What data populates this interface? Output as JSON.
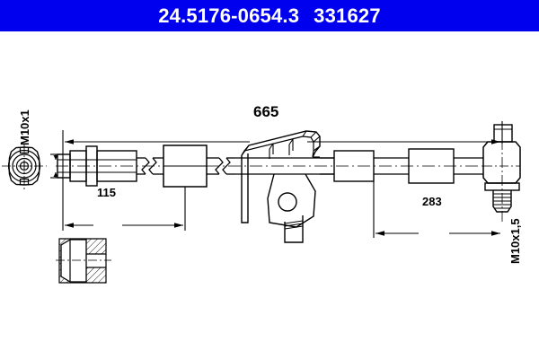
{
  "header": {
    "part_number": "24.5176-0654.3",
    "reference_number": "331627",
    "background_color": "#0000ee",
    "text_color": "#ffffff"
  },
  "drawing": {
    "title": "brake-hose-technical-drawing",
    "line_color": "#000000",
    "background_color": "#ffffff",
    "dimensions": {
      "overall_length": "665",
      "left_segment": "115",
      "right_segment": "283"
    },
    "threads": {
      "left_end": "M10x1",
      "right_end": "M10x1,5"
    },
    "views": {
      "end_view_label": "left-end-face-view",
      "section_detail_label": "seat-section-detail"
    },
    "components": {
      "left_fitting": "female-banjo-fitting",
      "sleeve": "intermediate-sleeve",
      "bracket": "mounting-bracket-clip",
      "bracket_hole": "bracket-mounting-hole",
      "right_fitting": "male-threaded-fitting"
    }
  }
}
